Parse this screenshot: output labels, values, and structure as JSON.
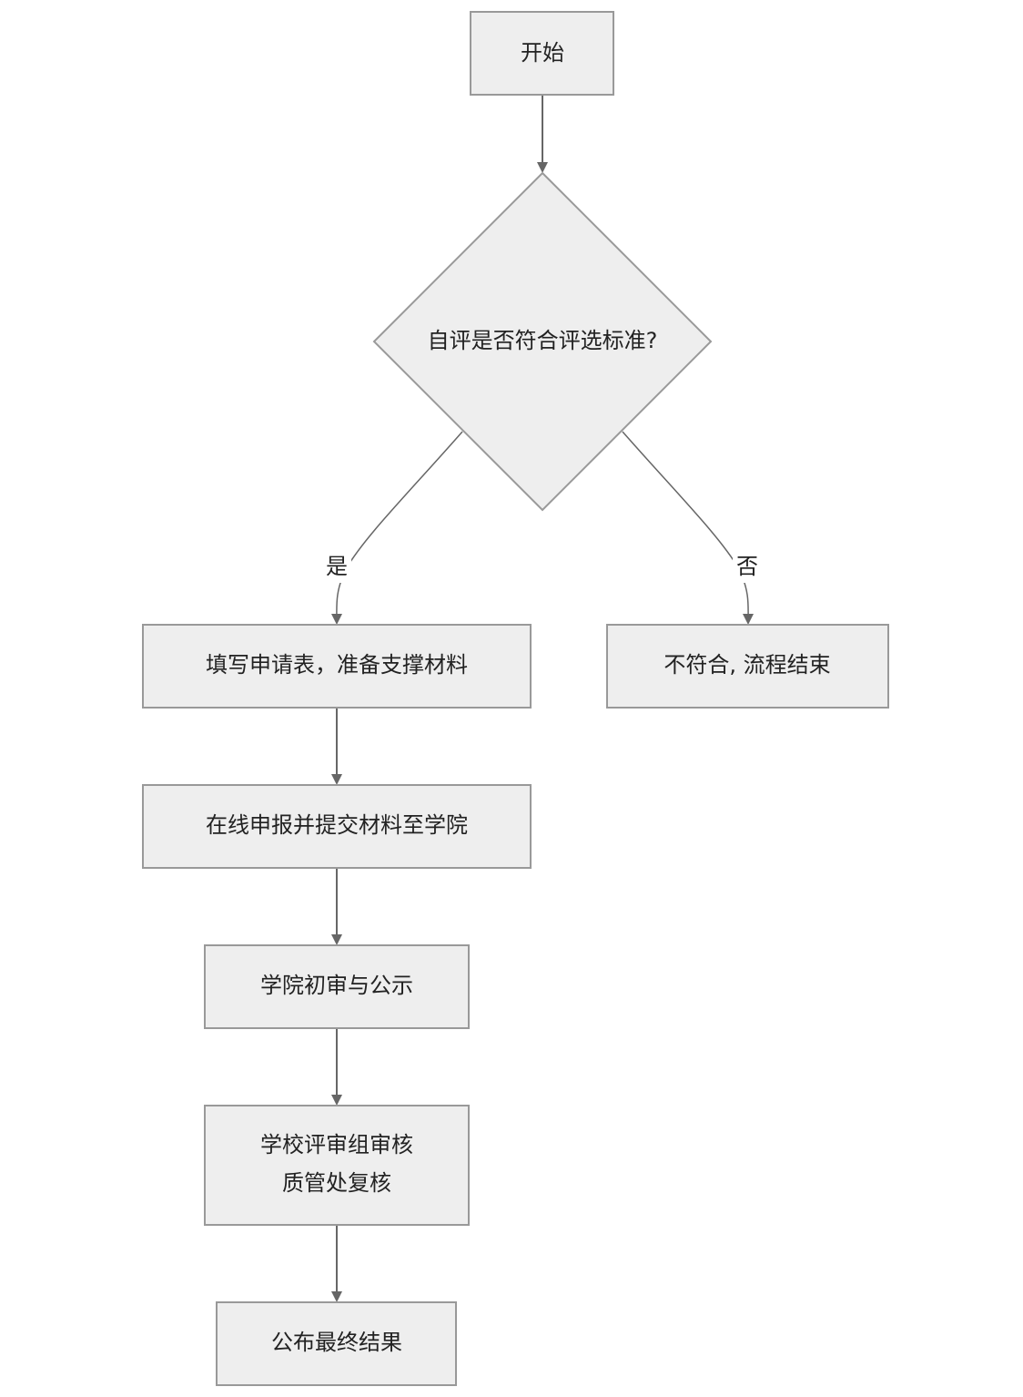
{
  "diagram": {
    "type": "flowchart",
    "colors": {
      "node_fill": "#eeeeee",
      "node_stroke": "#999999",
      "edge": "#666666",
      "text": "#222222",
      "background": "#ffffff"
    },
    "nodes": {
      "start": {
        "label": "开始"
      },
      "decision": {
        "label": "自评是否符合评选标准?"
      },
      "fill_form": {
        "label": "填写申请表，准备支撑材料"
      },
      "not_eligible": {
        "label": "不符合, 流程结束"
      },
      "submit_online": {
        "label": "在线申报并提交材料至学院"
      },
      "college_review": {
        "label": "学院初审与公示"
      },
      "school_review": {
        "line1": "学校评审组审核",
        "line2": "质管处复核"
      },
      "publish": {
        "label": "公布最终结果"
      }
    },
    "edges": {
      "yes_label": "是",
      "no_label": "否"
    }
  }
}
